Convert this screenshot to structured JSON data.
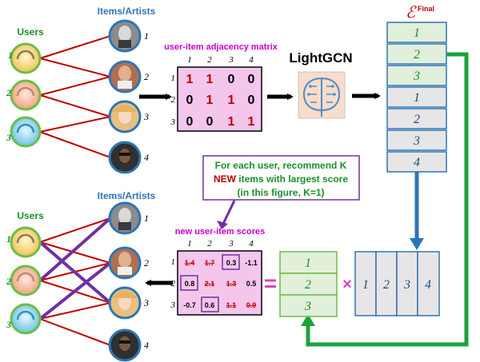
{
  "top": {
    "users_label": "Users",
    "items_label": "Items/Artists",
    "user_ids": [
      "1",
      "2",
      "3"
    ],
    "item_ids": [
      "1",
      "2",
      "3",
      "4"
    ],
    "matrix_title": "user-item adjacency matrix",
    "col_ids": [
      "1",
      "2",
      "3",
      "4"
    ],
    "row_ids": [
      "1",
      "2",
      "3"
    ],
    "matrix": [
      [
        "1",
        "1",
        "0",
        "0"
      ],
      [
        "0",
        "1",
        "1",
        "0"
      ],
      [
        "0",
        "0",
        "1",
        "1"
      ]
    ],
    "model_label": "LightGCN"
  },
  "efinal": {
    "symbol": "ℰ",
    "sup": "Final",
    "user_rows": [
      "1",
      "2",
      "3"
    ],
    "item_rows": [
      "1",
      "2",
      "3",
      "4"
    ]
  },
  "callout": {
    "line1": "For each user, recommend K",
    "line2_new": "NEW",
    "line2_rest": " items with largest score",
    "line3": "(in this figure, K=1)"
  },
  "bottom": {
    "users_label": "Users",
    "items_label": "Items/Artists",
    "user_ids": [
      "1",
      "2",
      "3"
    ],
    "item_ids": [
      "1",
      "2",
      "3",
      "4"
    ],
    "scores_title": "new user-item scores",
    "col_ids": [
      "1",
      "2",
      "3",
      "4"
    ],
    "row_ids": [
      "1",
      "2",
      "3"
    ],
    "scores": [
      [
        "1.4",
        "1.7",
        "0.3",
        "-1.1"
      ],
      [
        "0.8",
        "2.1",
        "1.3",
        "0.5"
      ],
      [
        "-0.7",
        "0.6",
        "1.1",
        "0.9"
      ]
    ],
    "equals": "=",
    "times": "×",
    "user_vec": [
      "1",
      "2",
      "3"
    ],
    "item_vec": [
      "1",
      "2",
      "3",
      "4"
    ]
  },
  "colors": {
    "green_border": "#6abf45",
    "blue_border": "#2e75b6",
    "green_fill": "#e2efda",
    "gray_fill": "#e7e6e6",
    "red_line": "#c00000",
    "purple_line": "#7030a0",
    "matrix_fill": "#f4c6ec",
    "magenta_text": "#cc00cc",
    "callout_border": "#7030a0",
    "green_arrow": "#1aa33a",
    "blue_arrow": "#2e75b6"
  }
}
